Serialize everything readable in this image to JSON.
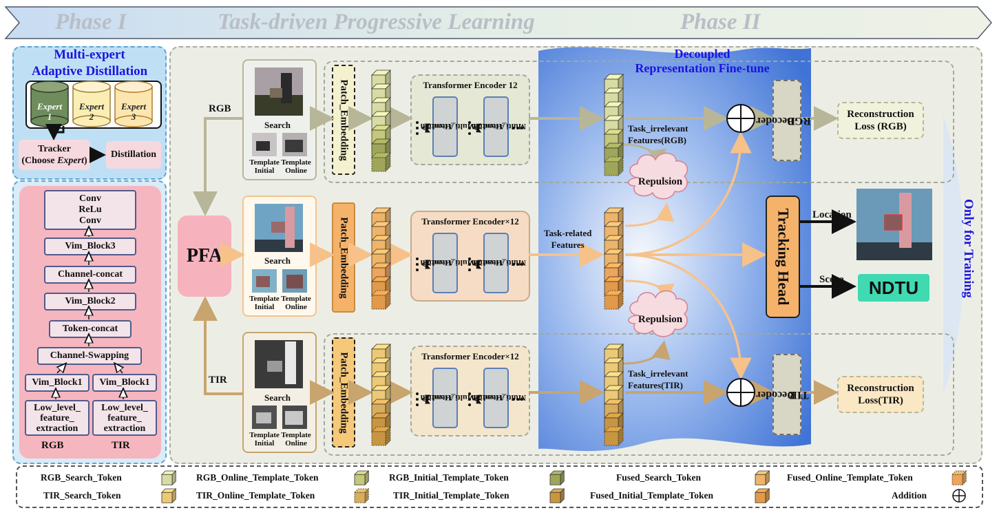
{
  "banner": {
    "phase1": "Phase I",
    "middle": "Task-driven Progressive Learning",
    "phase2": "Phase II"
  },
  "left": {
    "title_line1": "Multi-expert",
    "title_line2": "Adaptive Distillation",
    "experts": [
      {
        "name": "Expert",
        "num": "1"
      },
      {
        "name": "Expert",
        "num": "2"
      },
      {
        "name": "Expert",
        "num": "3"
      }
    ],
    "tracker_line1": "Tracker",
    "tracker_line2_a": "(Choose ",
    "tracker_line2_b": "Expert",
    "tracker_line2_c": ")",
    "distillation": "Distillation",
    "conv_lines": [
      "Conv",
      "ReLu",
      "Conv"
    ],
    "vim3": "Vim_Block3",
    "channel_concat": "Channel-concat",
    "vim2": "Vim_Block2",
    "token_concat": "Token-concat",
    "channel_swapping": "Channel-Swapping",
    "vim1_left": "Vim_Block1",
    "vim1_right": "Vim_Block1",
    "low_left": [
      "Low_level_",
      "feature_",
      "extraction"
    ],
    "low_right": [
      "Low_level_",
      "feature_",
      "extraction"
    ],
    "rgb": "RGB",
    "tir": "TIR"
  },
  "main": {
    "pfa": "PFA",
    "rgb_label": "RGB",
    "tir_label": "TIR",
    "search": "Search",
    "template_initial": [
      "Template",
      "Initial"
    ],
    "template_online": [
      "Template",
      "Online"
    ],
    "patch_embedding": "Patch_Embedding",
    "encoder_rgb": "Transformer Encoder   12",
    "encoder_fused": "Transformer Encoder×12",
    "encoder_tir": "Transformer Encoder×12",
    "mha": [
      "Multi_Head",
      "Attention"
    ],
    "decoupled_line1": "Decoupled",
    "decoupled_line2": "Representation Fine-tune",
    "task_irrelevant_rgb": [
      "Task_irrelevant",
      "Features(RGB)"
    ],
    "task_related": [
      "Task-related",
      "Features"
    ],
    "task_irrelevant_tir": [
      "Task_irrelevant",
      "Features(TIR)"
    ],
    "repulsion": "Repulsion",
    "rgb_decoder": [
      "RGB",
      "Decoder"
    ],
    "tir_decoder": [
      "TIR",
      "Decoder"
    ],
    "loss_rgb": [
      "Reconstruction",
      "Loss (RGB)"
    ],
    "loss_tir": [
      "Reconstruction",
      "Loss(TIR)"
    ],
    "tracking_head": "Tracking Head",
    "location": "Location",
    "score": "Score",
    "ndtu": "NDTU",
    "only_training": "Only for Training"
  },
  "legend": [
    {
      "label": "RGB_Search_Token",
      "color": "#d8dca4"
    },
    {
      "label": "RGB_Online_Template_Token",
      "color": "#c4c77c"
    },
    {
      "label": "RGB_Initial_Template_Token",
      "color": "#9fa65a"
    },
    {
      "label": "Fused_Search_Token",
      "color": "#eeb469"
    },
    {
      "label": "Fused_Online_Template_Token",
      "color": "#eca55a"
    },
    {
      "label": "TIR_Search_Token",
      "color": "#ecc977"
    },
    {
      "label": "TIR_Online_Template_Token",
      "color": "#d8ad5c"
    },
    {
      "label": "TIR_Initial_Template_Token",
      "color": "#c89541"
    },
    {
      "label": "Fused_Initial_Template_Token",
      "color": "#e19a4a"
    },
    {
      "label": "Addition",
      "color": "#ffffff"
    }
  ],
  "colors": {
    "rgb_line": "#b8b698",
    "fused_line": "#f6c28a",
    "tir_line": "#c8a46e",
    "decoupled_blue": "#2f6fd8",
    "ndtu_green": "#3fd9b2",
    "pfa_pink": "#f6b2bd",
    "title_blue": "#1a14e0"
  }
}
